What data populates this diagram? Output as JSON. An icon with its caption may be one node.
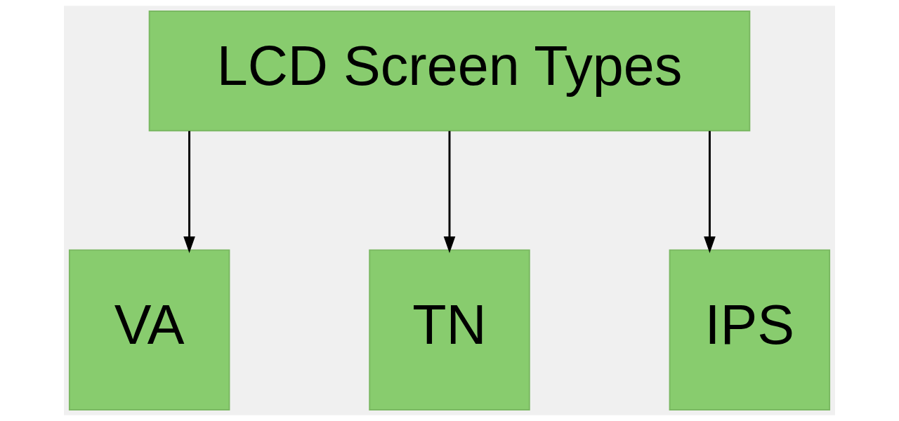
{
  "diagram": {
    "nodes": [
      {
        "text": [
          "LCD Screen Types"
        ]
      },
      {
        "text": [
          "VA"
        ]
      },
      {
        "text": [
          "TN"
        ]
      },
      {
        "text": [
          "IPS"
        ]
      }
    ],
    "edges": [
      {
        "from": 0,
        "to": 1,
        "arrow": "to"
      },
      {
        "from": 0,
        "to": 2,
        "arrow": "to"
      },
      {
        "from": 0,
        "to": 3,
        "arrow": "to"
      }
    ]
  }
}
